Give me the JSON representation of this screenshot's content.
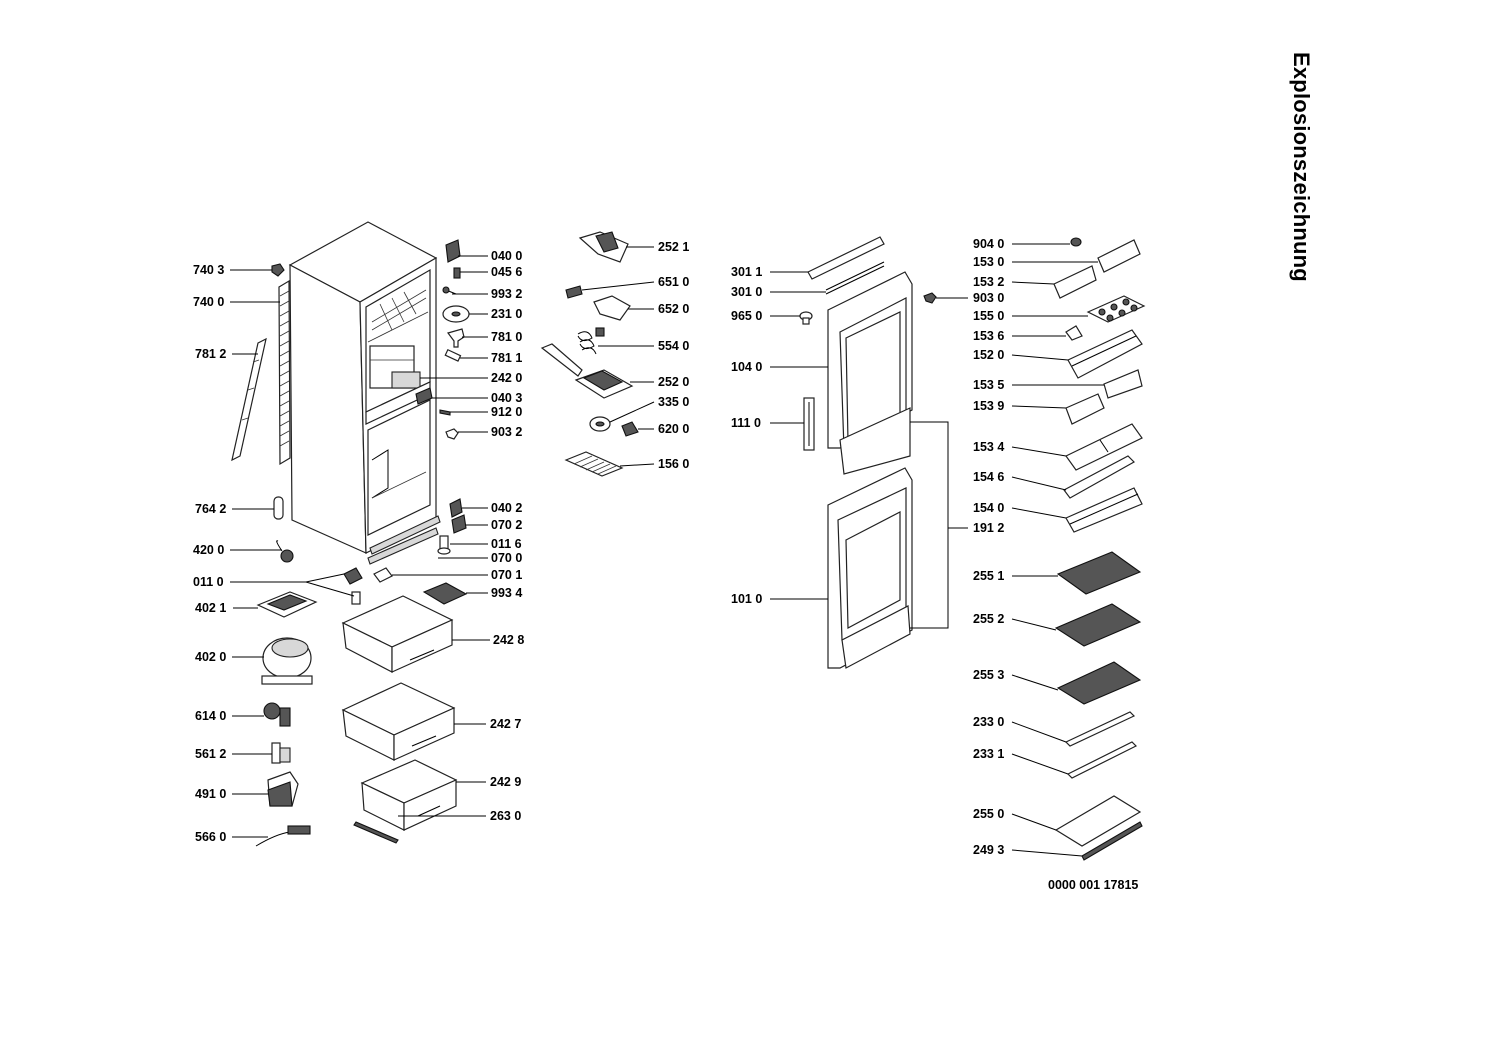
{
  "title": "Explosionszeichnung",
  "drawing_number": "0000 001 17815",
  "labels": {
    "l7403": "740 3",
    "l7400": "740 0",
    "l7812": "781 2",
    "l7642": "764 2",
    "l4200": "420 0",
    "l0110": "011 0",
    "l4021": "402 1",
    "l4020": "402 0",
    "l6140": "614 0",
    "l5612": "561 2",
    "l4910": "491 0",
    "l5660": "566 0",
    "l0400": "040 0",
    "l0456": "045 6",
    "l9932": "993 2",
    "l2310": "231 0",
    "l7810": "781 0",
    "l7811": "781 1",
    "l2420": "242 0",
    "l0403": "040 3",
    "l9120": "912 0",
    "l9032": "903 2",
    "l0402": "040 2",
    "l0702": "070 2",
    "l0116": "011 6",
    "l0700": "070 0",
    "l0701": "070 1",
    "l9934": "993 4",
    "l2428": "242 8",
    "l2427": "242 7",
    "l2429": "242 9",
    "l2630": "263 0",
    "l2521": "252 1",
    "l6510": "651 0",
    "l6520": "652 0",
    "l5540": "554 0",
    "l2520": "252 0",
    "l3350": "335 0",
    "l6200": "620 0",
    "l1560": "156 0",
    "l3011": "301 1",
    "l3010": "301 0",
    "l9650": "965 0",
    "l1040": "104 0",
    "l1110": "111 0",
    "l1010": "101 0",
    "l9040": "904 0",
    "l1530": "153 0",
    "l1532": "153 2",
    "l9030": "903 0",
    "l1550": "155 0",
    "l1536": "153 6",
    "l1520": "152 0",
    "l1535": "153 5",
    "l1539": "153 9",
    "l1534": "153 4",
    "l1546": "154 6",
    "l1540": "154 0",
    "l1912": "191 2",
    "l2551": "255 1",
    "l2552": "255 2",
    "l2553": "255 3",
    "l2330": "233 0",
    "l2331": "233 1",
    "l2550": "255 0",
    "l2493": "249 3"
  }
}
